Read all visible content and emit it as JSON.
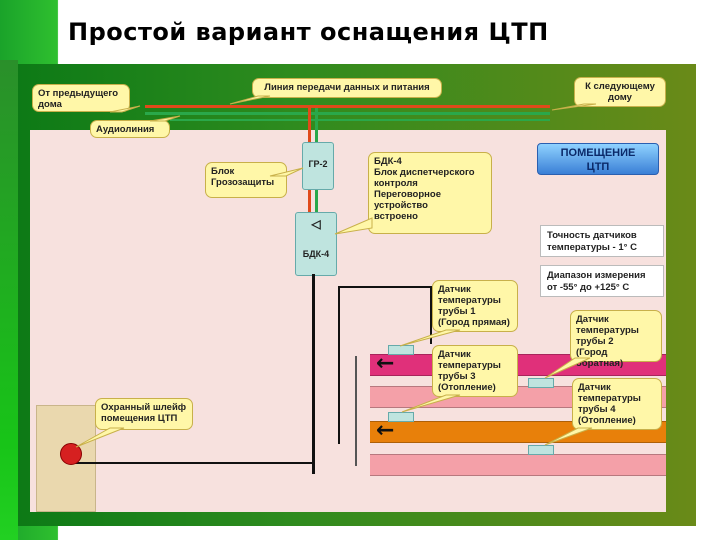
{
  "title": "Простой вариант оснащения ЦТП",
  "labels": {
    "prev_house": "От предыдущего\nдома",
    "data_line": "Линия передачи данных и питания",
    "next_house": "К следующему\nдому",
    "audio_line": "Аудиолиния",
    "room": "ПОМЕЩЕНИЕ\nЦТП",
    "lightning_block": "Блок\nГрозозащиты",
    "gr2": "ГР-2",
    "bdk_callout": "БДК-4\nБлок диспетчерского\nконтроля\nПереговорное\nустройство\nвстроено",
    "bdk_device": "БДК-4",
    "accuracy": "Точность датчиков\nтемпературы - 1° С",
    "range": "Диапазон измерения\nот -55° до +125° С",
    "sensor1": "Датчик\nтемпературы\nтрубы 1\n(Город прямая)",
    "sensor2": "Датчик\nтемпературы\nтрубы 2\n(Город обратная)",
    "sensor3": "Датчик\nтемпературы\nтрубы 3\n(Отопление)",
    "sensor4": "Датчик\nтемпературы\nтрубы 4\n(Отопление)",
    "guard_loop": "Охранный шлейф\nпомещения ЦТП"
  },
  "colors": {
    "pipe_magenta": "#e0307a",
    "pipe_pink": "#f4a0a8",
    "pipe_orange": "#e8800a",
    "line_red": "#e04a1a",
    "line_green": "#2aa84a"
  },
  "icons": {
    "arrow": "←",
    "speaker": "speaker-icon",
    "alarm": "alarm-sensor-icon"
  }
}
